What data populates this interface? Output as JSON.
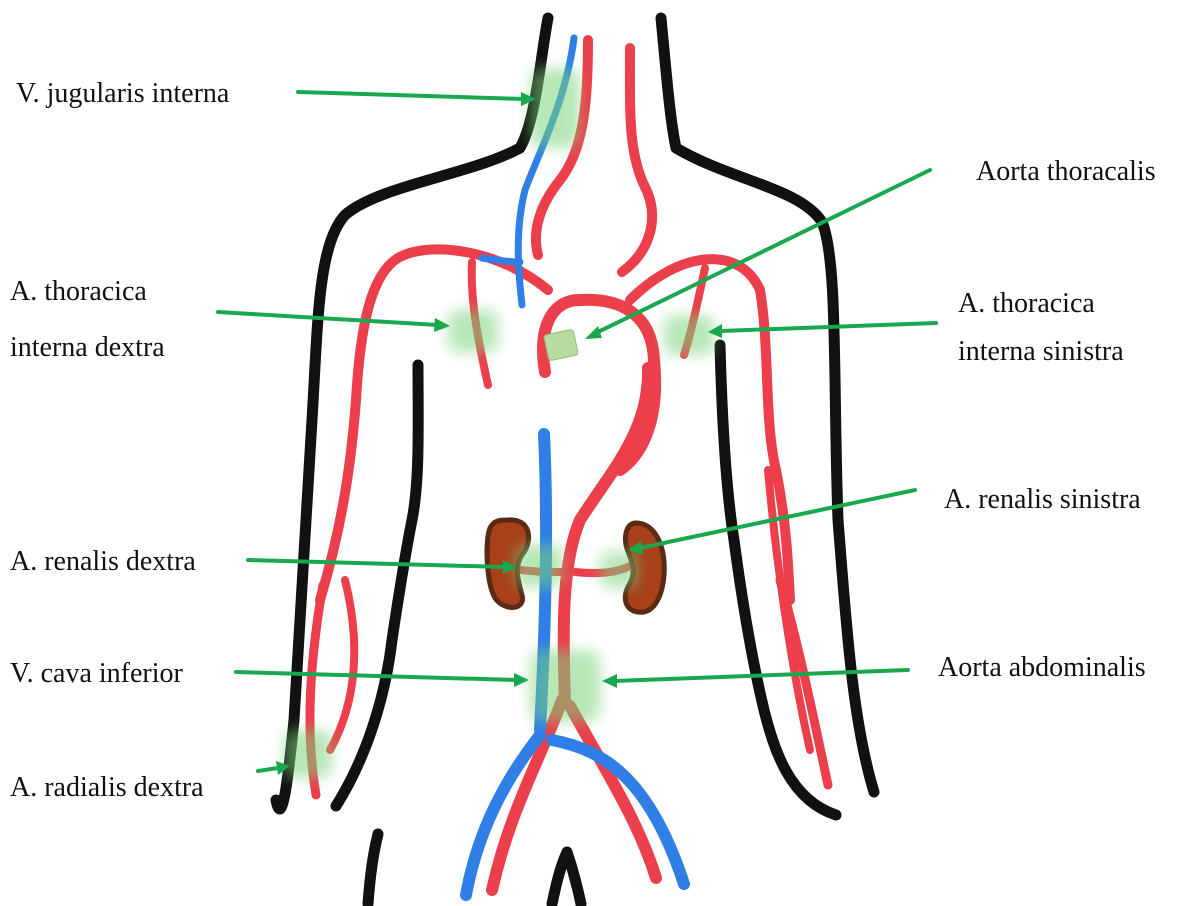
{
  "colors": {
    "outline": "#111111",
    "artery": "#ec3f4c",
    "vein": "#2f7fe6",
    "kidney": "#a8401a",
    "kidney_outline": "#5a2a14",
    "pointer": "#1aa84f",
    "highlight": "#7bd37b"
  },
  "labels": {
    "jugularis": "V. jugularis interna",
    "aorta_thoracalis": "Aorta thoracalis",
    "thoracica_dextra_1": "A. thoracica",
    "thoracica_dextra_2": "interna dextra",
    "thoracica_sinistra_1": "A. thoracica",
    "thoracica_sinistra_2": "interna sinistra",
    "renalis_sinistra": "A. renalis sinistra",
    "renalis_dextra": "A. renalis dextra",
    "cava_inferior": "V. cava inferior",
    "aorta_abdominalis": "Aorta abdominalis",
    "radialis_dextra": "A. radialis dextra"
  }
}
